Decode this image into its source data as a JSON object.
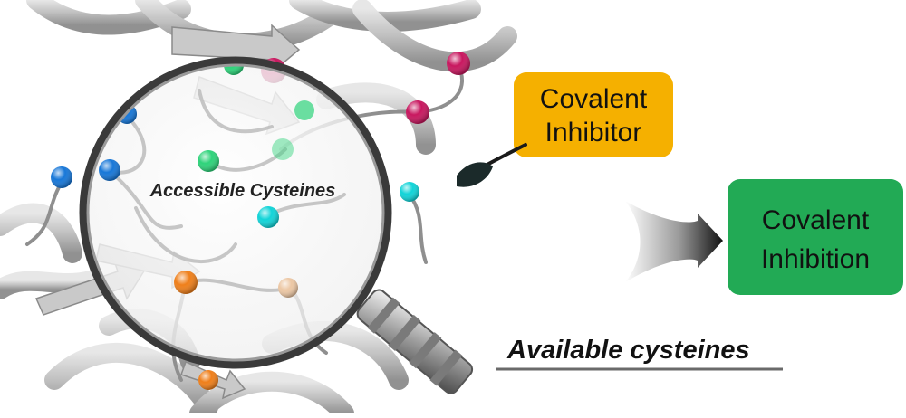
{
  "figure": {
    "glass_label": "Accessible Cysteines",
    "caption": "Available cysteines",
    "inhibitor_box": {
      "lines": [
        "Covalent",
        "Inhibitor"
      ],
      "color": "#f5b000"
    },
    "inhibition_box": {
      "lines": [
        "Covalent",
        "Inhibition"
      ],
      "color": "#22aa55"
    },
    "cysteine_colors": {
      "magenta": "#c8175f",
      "green": "#2ed37a",
      "blue": "#1777d8",
      "cyan": "#11d4d8",
      "orange": "#ef7f1a",
      "peach": "#ecc7a4"
    },
    "icons": [
      "protein-ribbon-icon",
      "magnifying-glass-icon",
      "warhead-icon",
      "gradient-arrow-icon"
    ]
  }
}
